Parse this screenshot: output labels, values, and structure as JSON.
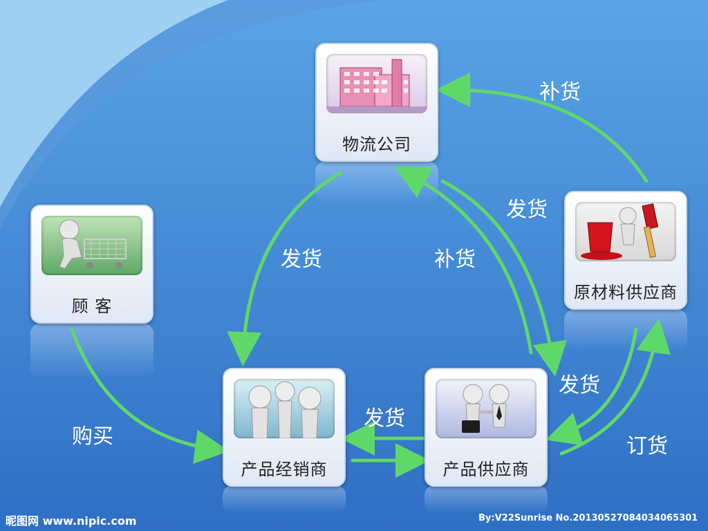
{
  "nodes": {
    "logistics": "物流公司",
    "customer": "顾 客",
    "raw_material": "原材料供应商",
    "distributor": "产品经销商",
    "supplier": "产品供应商"
  },
  "edges": {
    "replenish_top": "补货",
    "ship_right": "发货",
    "ship_left": "发货",
    "replenish_mid": "补货",
    "ship_bottom": "发货",
    "ship_raw": "发货",
    "order": "订货",
    "purchase": "购买"
  },
  "footer": {
    "site": "昵图网 www.nipic.com",
    "credit": "By:V22Sunrise No.20130527084034065301"
  },
  "colors": {
    "background": "#3a7fd0",
    "arrow": "#5fd86a",
    "label": "#ffffff"
  }
}
